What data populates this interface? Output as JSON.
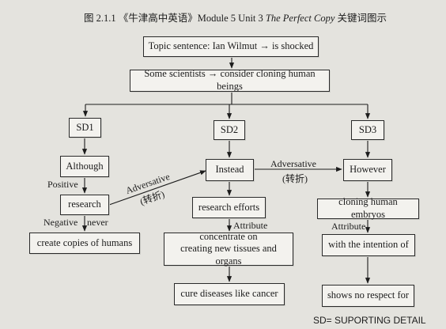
{
  "figure": {
    "number": "图 2.1.1",
    "book": "《牛津高中英语》",
    "module_unit": "Module 5 Unit 3",
    "text_title": "The Perfect Copy",
    "caption_tail": "关键词图示"
  },
  "nodes": {
    "topic": "Topic sentence: Ian Wilmut → is shocked",
    "scientists": "Some scientists → consider cloning human beings",
    "sd1": "SD1",
    "sd2": "SD2",
    "sd3": "SD3",
    "although": "Although",
    "instead": "Instead",
    "however": "However",
    "research": "research",
    "research_efforts": "research efforts",
    "cloning_embryos": "cloning human embryos",
    "create_copies": "create copies of humans",
    "concentrate_line1": "concentrate on",
    "concentrate_line2": "creating new tissues and organs",
    "intention": "with the intention of",
    "cure": "cure diseases like cancer",
    "no_respect": "shows no respect for"
  },
  "edge_labels": {
    "positive": "Positive",
    "negative": "Negative",
    "never": "never",
    "adversative_diag": "Adversative",
    "adversative_diag_cn": "(转折)",
    "adversative_mid": "Adversative",
    "adversative_mid_cn": "(转折)",
    "attribute_mid": "Attribute",
    "attribute_right": "Attribute"
  },
  "footnote": "SD= SUPORTING DETAIL"
}
